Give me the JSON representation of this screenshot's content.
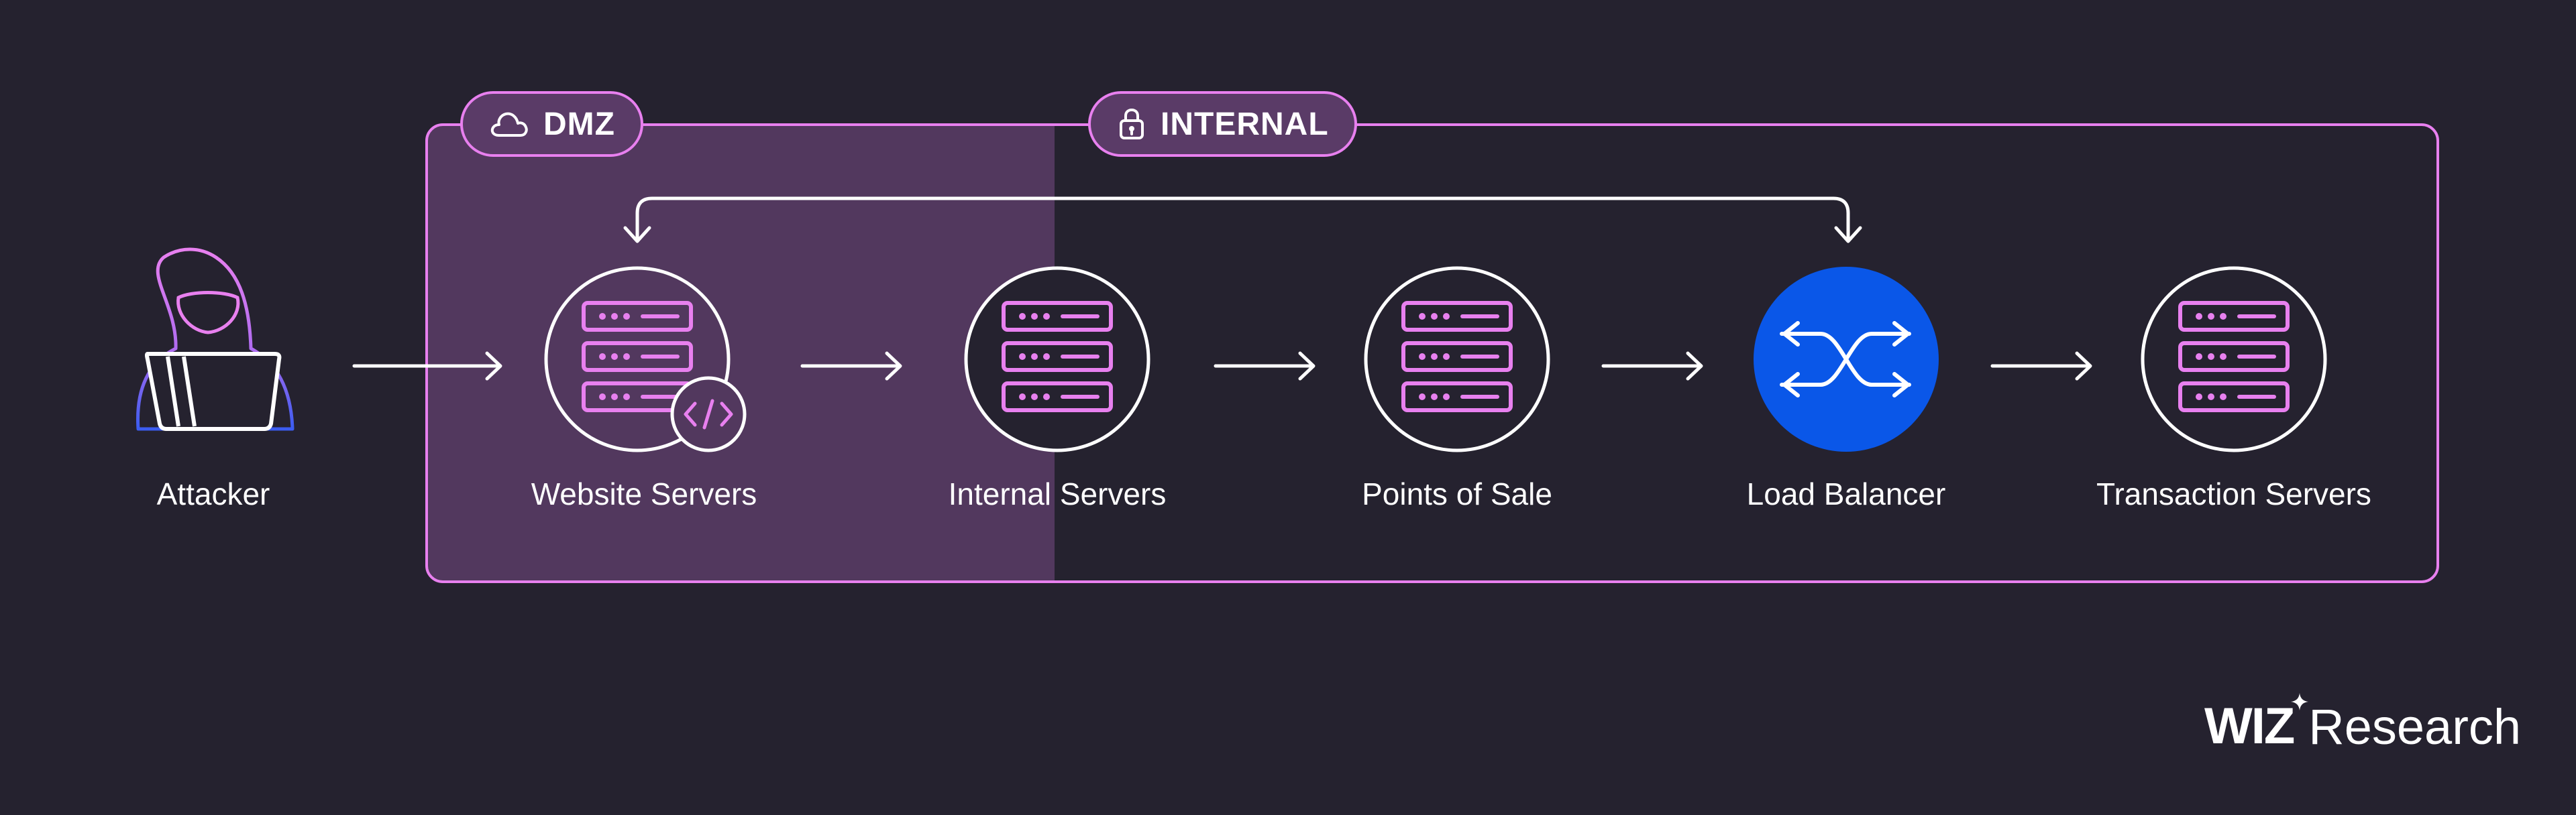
{
  "zones": {
    "dmz": {
      "label": "DMZ",
      "icon": "cloud-icon"
    },
    "internal": {
      "label": "INTERNAL",
      "icon": "lock-icon"
    }
  },
  "nodes": {
    "attacker": {
      "label": "Attacker",
      "icon": "hooded-hacker-icon"
    },
    "website_servers": {
      "label": "Website Servers",
      "icon": "server-code-icon"
    },
    "internal_servers": {
      "label": "Internal Servers",
      "icon": "server-icon"
    },
    "points_of_sale": {
      "label": "Points of Sale",
      "icon": "server-icon"
    },
    "load_balancer": {
      "label": "Load Balancer",
      "icon": "shuffle-arrows-icon"
    },
    "transaction_servers": {
      "label": "Transaction Servers",
      "icon": "server-icon"
    }
  },
  "brand": {
    "wiz": "WIZ",
    "research": "Research"
  },
  "colors": {
    "background": "#25222f",
    "accent": "#e880ef",
    "dmz_fill": "#52385e",
    "load_balancer": "#0a57e8",
    "line": "#ffffff"
  }
}
